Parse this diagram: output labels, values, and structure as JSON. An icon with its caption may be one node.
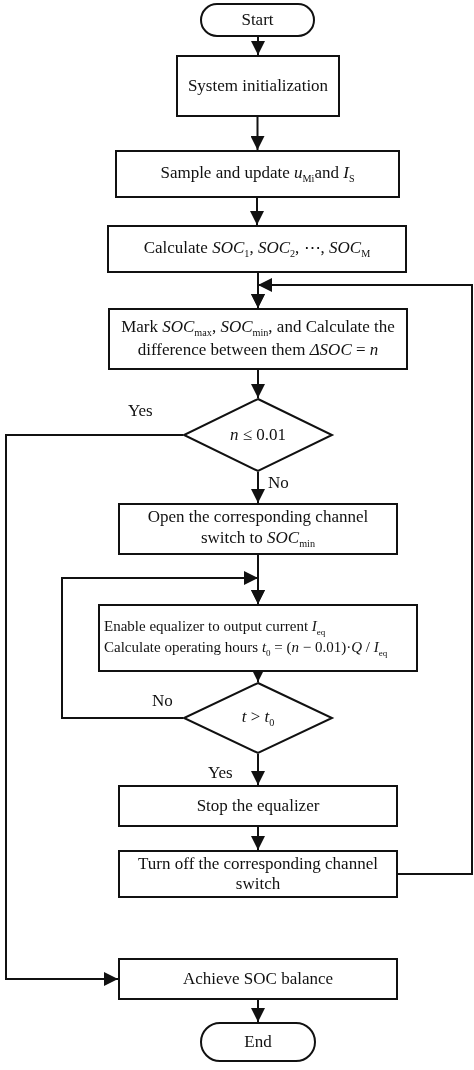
{
  "diagram": {
    "nodes": [
      {
        "text": [
          "Start"
        ]
      },
      {
        "text": [
          "System initialization"
        ]
      },
      {
        "text": [
          "Sample and update *u*$_{Mi}$and *I*$_{S}$"
        ]
      },
      {
        "text": [
          "Calculate *SOC*$_{1}$, *SOC*$_{2}$, ⋯, *SOC*$_{M}$"
        ]
      },
      {
        "text": [
          "Mark *SOC*$_{max}$, *SOC*$_{min}$, and Calculate the difference between them *ΔSOC* = *n*"
        ]
      },
      {
        "text": [
          "*n* ≤ 0.01"
        ]
      },
      {
        "text": [
          "Open the corresponding channel switch to *SOC*$_{min}$"
        ]
      },
      {
        "text": [
          "Enable equalizer to output current *I*$_{eq}$",
          "Calculate operating hours *t*$_{0}$ = (*n* − 0.01)·*Q* / *I*$_{eq}$"
        ]
      },
      {
        "text": [
          "*t* > *t*$_{0}$"
        ]
      },
      {
        "text": [
          "Stop the equalizer"
        ]
      },
      {
        "text": [
          "Turn off the corresponding channel switch"
        ]
      },
      {
        "text": [
          "Achieve SOC balance"
        ]
      },
      {
        "text": [
          "End"
        ]
      }
    ],
    "edges": [
      {
        "from": 0,
        "to": 1,
        "arrow": "to"
      },
      {
        "from": 1,
        "to": 2,
        "arrow": "to"
      },
      {
        "from": 2,
        "to": 3,
        "arrow": "to"
      },
      {
        "from": 3,
        "to": 4,
        "arrow": "to"
      },
      {
        "from": 4,
        "to": 5,
        "arrow": "to"
      },
      {
        "from": 5,
        "to": 11,
        "arrow": "to",
        "label": "Yes"
      },
      {
        "from": 5,
        "to": 6,
        "arrow": "to",
        "label": "No"
      },
      {
        "from": 6,
        "to": 7,
        "arrow": "to"
      },
      {
        "from": 7,
        "to": 8,
        "arrow": "to"
      },
      {
        "from": 8,
        "to": 7,
        "arrow": "to",
        "label": "No"
      },
      {
        "from": 8,
        "to": 9,
        "arrow": "to",
        "label": "Yes"
      },
      {
        "from": 9,
        "to": 10,
        "arrow": "to"
      },
      {
        "from": 10,
        "to": 4,
        "arrow": "to"
      },
      {
        "from": 11,
        "to": 12,
        "arrow": "to"
      }
    ]
  }
}
